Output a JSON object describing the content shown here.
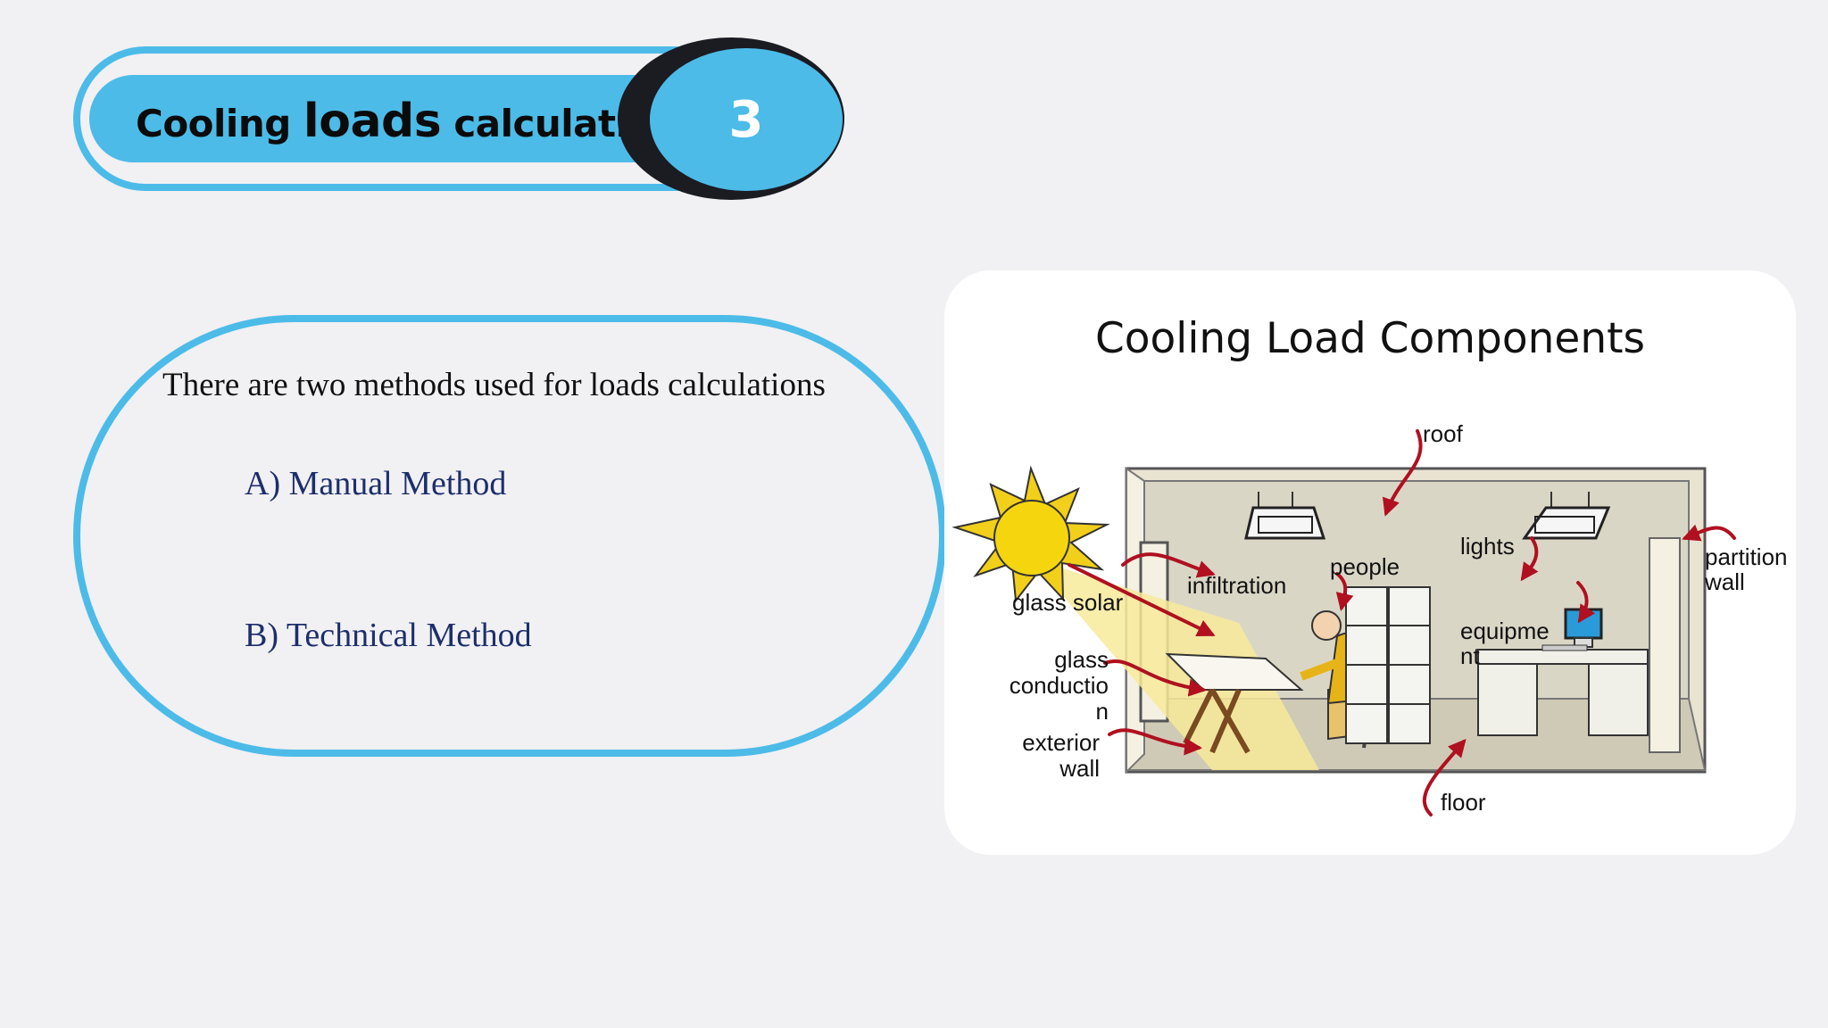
{
  "header": {
    "title_part1": "Cooling ",
    "title_part2": "loads",
    "title_part3": " calculation",
    "number": "3"
  },
  "methods": {
    "intro": "There are two methods used for loads calculations",
    "items": [
      "A) Manual Method",
      "B) Technical Method"
    ]
  },
  "diagram": {
    "title": "Cooling Load Components",
    "labels": {
      "roof": "roof",
      "lights": "lights",
      "partition_1": "partition",
      "partition_2": "wall",
      "people": "people",
      "infiltration": "infiltration",
      "glass_solar": "glass solar",
      "equipment_1": "equipme",
      "equipment_2": "nt",
      "glass_cond_1": "glass",
      "glass_cond_2": "conductio",
      "glass_cond_3": "n",
      "exterior_1": "exterior",
      "exterior_2": "wall",
      "floor": "floor"
    }
  },
  "colors": {
    "accent": "#4cbbe8",
    "dark": "#1b1b22",
    "arrow": "#b01020",
    "sun": "#f2cf1a"
  }
}
